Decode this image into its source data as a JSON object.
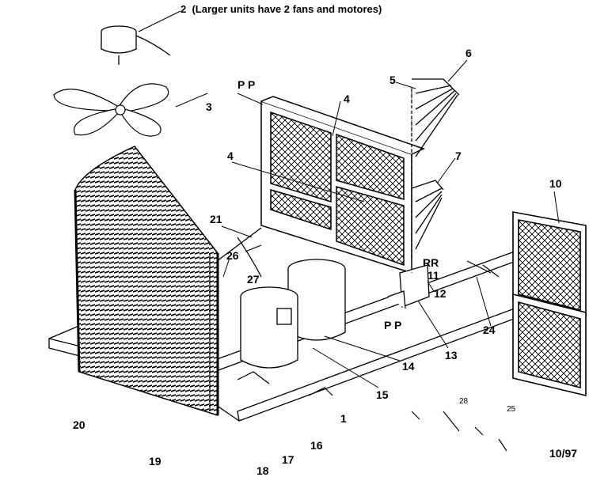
{
  "header_note": {
    "number": "2",
    "text": "(Larger units have 2 fans and motores)"
  },
  "date_code": "10/97",
  "callouts": {
    "c3": "3",
    "c4a": "4",
    "c4b": "4",
    "c5": "5",
    "c6": "6",
    "c7": "7",
    "c10": "10",
    "c11": "11",
    "c12": "12",
    "c13": "13",
    "c14": "14",
    "c15": "15",
    "c1": "1",
    "c16": "16",
    "c17": "17",
    "c18": "18",
    "c19": "19",
    "c20": "20",
    "c21": "21",
    "c24": "24",
    "c25": "25",
    "c26": "26",
    "c27": "27",
    "c28": "28",
    "pp_top": "P P",
    "pp_bottom": "P P",
    "rr": "RR"
  }
}
